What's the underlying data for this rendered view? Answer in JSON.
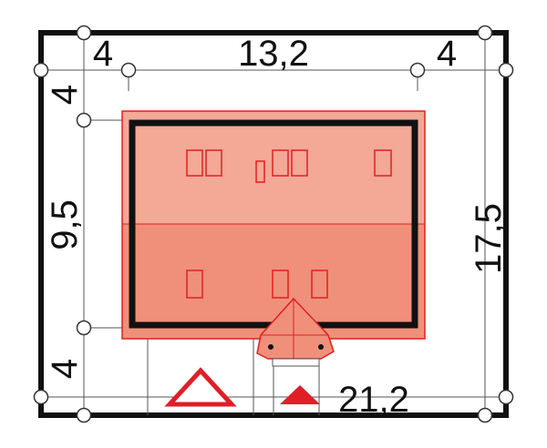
{
  "dimensions": {
    "top_left": "4",
    "top_middle": "13,2",
    "top_right": "4",
    "left_top": "4",
    "left_middle": "9,5",
    "left_bottom": "4",
    "right_total": "17,5",
    "bottom_total": "21,2"
  },
  "colors": {
    "roof_light": "#f4a896",
    "roof_dark": "#f0907a",
    "red_stroke": "#e02020",
    "wall": "#111111",
    "line": "#555555",
    "entrance_marker": "#e01e26"
  }
}
